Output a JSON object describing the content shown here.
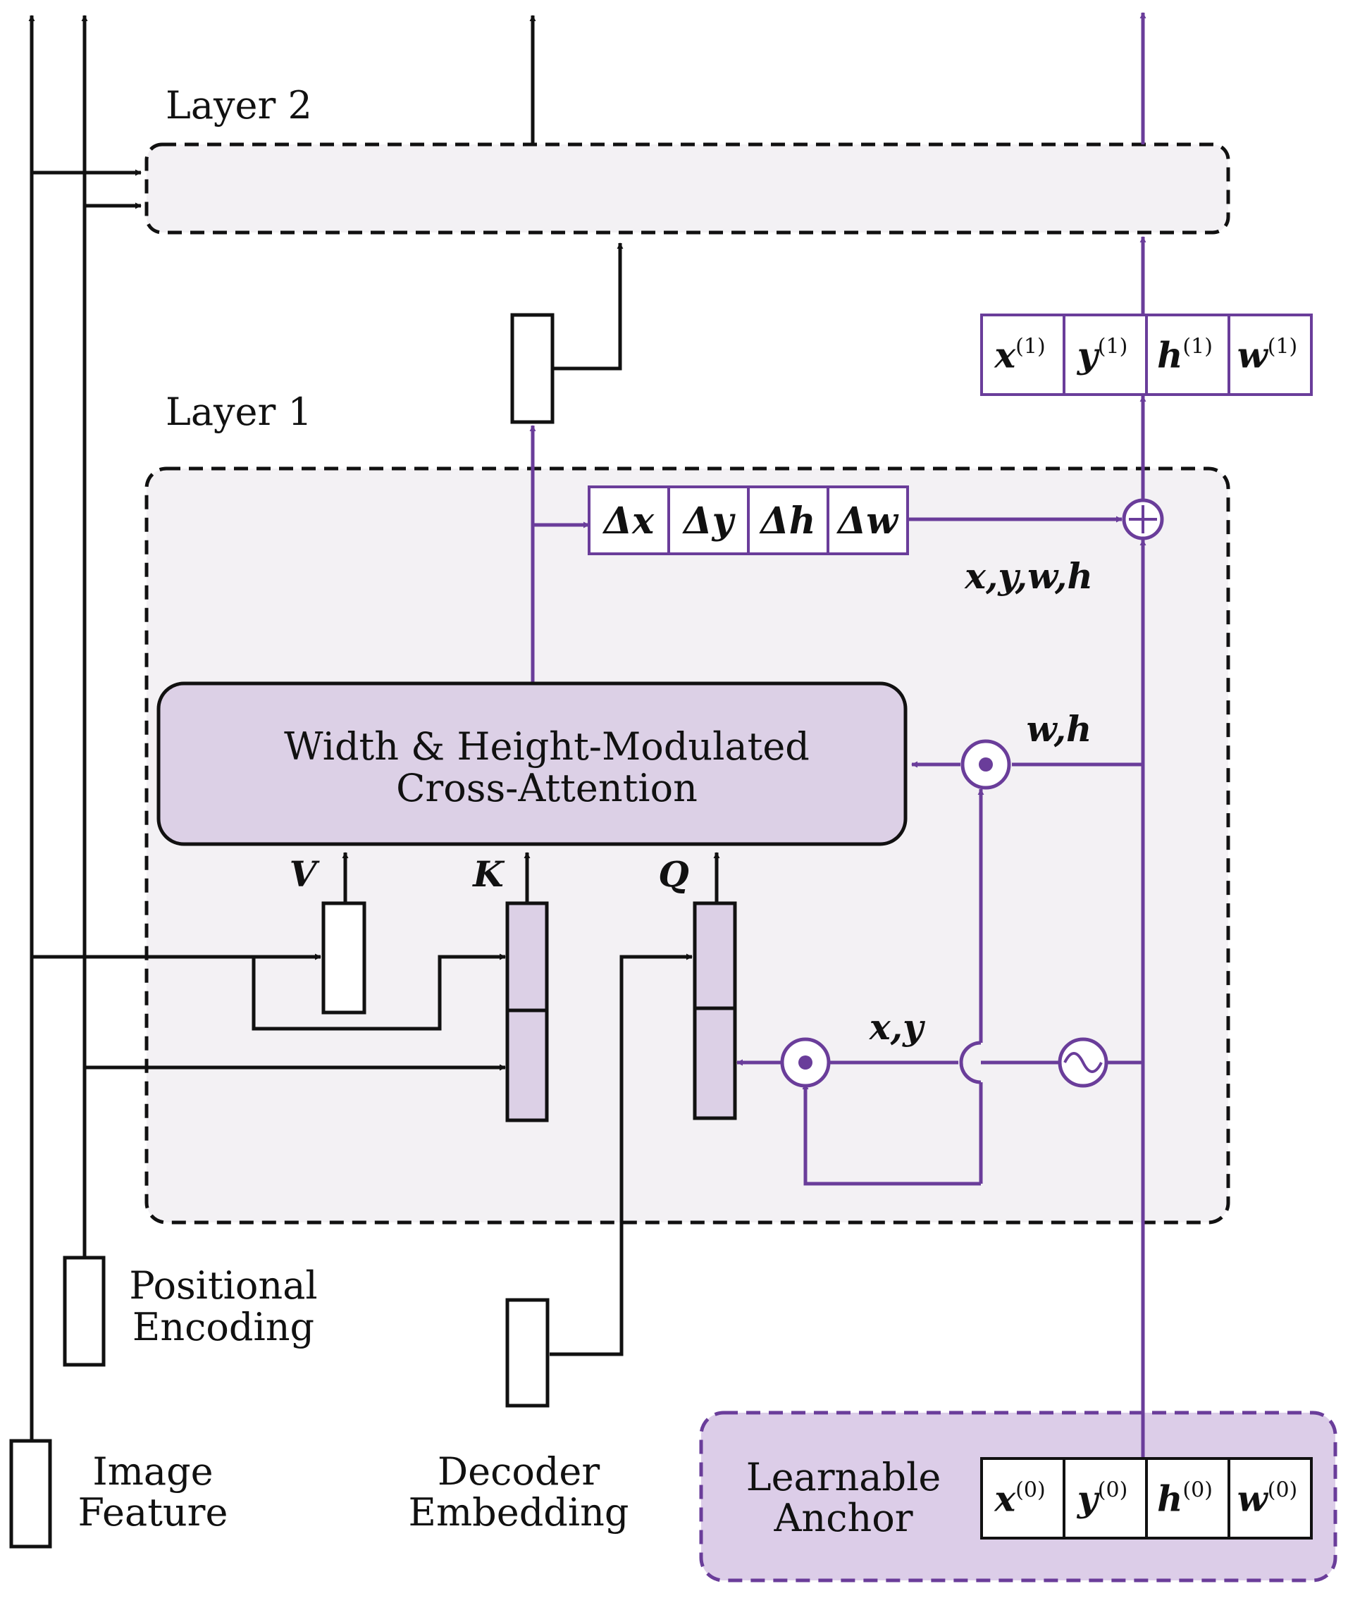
{
  "layers": {
    "layer2": "Layer 2",
    "layer1": "Layer 1"
  },
  "attention": {
    "line1": "Width & Height-Modulated",
    "line2": "Cross-Attention"
  },
  "qkv": {
    "v": "V",
    "k": "K",
    "q": "Q"
  },
  "delta_cells": [
    "Δx",
    "Δy",
    "Δh",
    "Δw"
  ],
  "updated_anchor": [
    {
      "base": "x",
      "sup": "(1)"
    },
    {
      "base": "y",
      "sup": "(1)"
    },
    {
      "base": "h",
      "sup": "(1)"
    },
    {
      "base": "w",
      "sup": "(1)"
    }
  ],
  "initial_anchor": [
    {
      "base": "x",
      "sup": "(0)"
    },
    {
      "base": "y",
      "sup": "(0)"
    },
    {
      "base": "h",
      "sup": "(0)"
    },
    {
      "base": "w",
      "sup": "(0)"
    }
  ],
  "edge_labels": {
    "xywh": "x,y,w,h",
    "wh": "w,h",
    "xy": "x,y"
  },
  "inputs": {
    "positional_line1": "Positional",
    "positional_line2": "Encoding",
    "image_line1": "Image",
    "image_line2": "Feature",
    "decoder_line1": "Decoder",
    "decoder_line2": "Embedding",
    "anchor_line1": "Learnable",
    "anchor_line2": "Anchor"
  },
  "colors": {
    "purple": "#6a3d9a",
    "box_fill": "#f3f1f4",
    "attn_fill": "#dcd0e6",
    "anchor_fill": "#dccde8"
  }
}
